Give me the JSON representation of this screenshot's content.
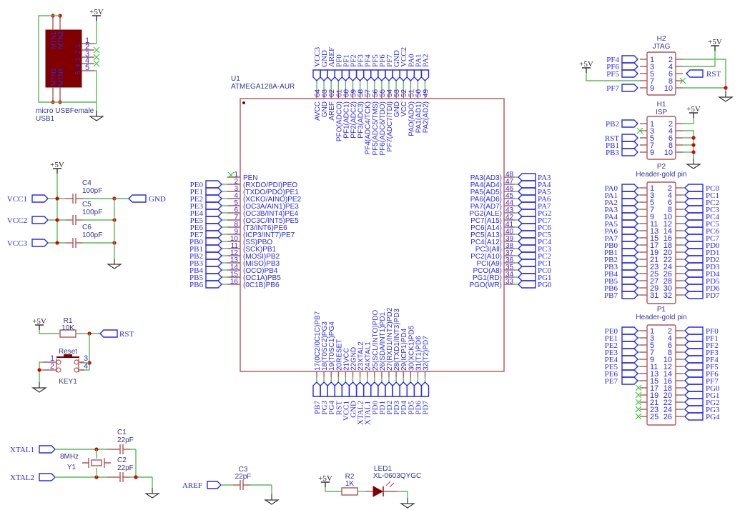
{
  "colors": {
    "wire": "#5cb85c",
    "pin": "#b05555",
    "net": "#2a2aee",
    "label": "#333399",
    "body": "#800000",
    "junction": "#dd0000",
    "noconnect": "#33cc33"
  },
  "power_label": "+5V",
  "u1": {
    "ref": "U1",
    "part": "ATMEGA128A-AUR",
    "left_pins": [
      {
        "num": "1",
        "name": "PEN",
        "net": ""
      },
      {
        "num": "2",
        "name": "(RXDO/PDI)PEO",
        "net": "PE0"
      },
      {
        "num": "3",
        "name": "(TXDO/PDO)PE1",
        "net": "PE1"
      },
      {
        "num": "4",
        "name": "(XCKO/AINO)PE2",
        "net": "PE2"
      },
      {
        "num": "5",
        "name": "(OC3A/AIN1)PE3",
        "net": "PE3"
      },
      {
        "num": "6",
        "name": "(OC3B/INT4)PE4",
        "net": "PE4"
      },
      {
        "num": "7",
        "name": "(OC3C/INT5)PE5",
        "net": "PE5"
      },
      {
        "num": "8",
        "name": "(T3/INT6)PE6",
        "net": "PE6"
      },
      {
        "num": "9",
        "name": "(ICP3/INT7)PE7",
        "net": "PE7"
      },
      {
        "num": "10",
        "name": "(SS)PBO",
        "net": "PB0"
      },
      {
        "num": "11",
        "name": "(SCK)PB1",
        "net": "PB1"
      },
      {
        "num": "12",
        "name": "(MOSI)PB2",
        "net": "PB2"
      },
      {
        "num": "13",
        "name": "(MISO)PB3",
        "net": "PB3"
      },
      {
        "num": "14",
        "name": "(OCO)PB4",
        "net": "PB4"
      },
      {
        "num": "15",
        "name": "(OC1A)PB5",
        "net": "PB5"
      },
      {
        "num": "16",
        "name": "(0C1B)PB6",
        "net": "PB6"
      }
    ],
    "right_pins": [
      {
        "num": "48",
        "name": "PA3(AD3)",
        "net": "PA3"
      },
      {
        "num": "47",
        "name": "PA4(AD4)",
        "net": "PA4"
      },
      {
        "num": "46",
        "name": "PA5(AD5)",
        "net": "PA5"
      },
      {
        "num": "45",
        "name": "PA6(AD6)",
        "net": "PA6"
      },
      {
        "num": "44",
        "name": "PA7(AD7)",
        "net": "PA7"
      },
      {
        "num": "43",
        "name": "PG2(ALE)",
        "net": "PG2"
      },
      {
        "num": "42",
        "name": "PC7(A15)",
        "net": "PC7"
      },
      {
        "num": "41",
        "name": "PC6(A14)",
        "net": "PC6"
      },
      {
        "num": "40",
        "name": "PC5(A13)",
        "net": "PC5"
      },
      {
        "num": "39",
        "name": "PC4(A12)",
        "net": "PC4"
      },
      {
        "num": "38",
        "name": "PC3(All)",
        "net": "PC3"
      },
      {
        "num": "37",
        "name": "PC2(A10)",
        "net": "PC2"
      },
      {
        "num": "36",
        "name": "PCI(A9)",
        "net": "PC1"
      },
      {
        "num": "35",
        "name": "PCO(A8)",
        "net": "PC0"
      },
      {
        "num": "34",
        "name": "PG1(RD)",
        "net": "PG1"
      },
      {
        "num": "33",
        "name": "PGO(WR)",
        "net": "PG0"
      }
    ],
    "top_pins": [
      {
        "num": "64",
        "name": "AVCC",
        "net": "VCC3"
      },
      {
        "num": "63",
        "name": "GND",
        "net": "GND"
      },
      {
        "num": "62",
        "name": "AREF",
        "net": "AREF"
      },
      {
        "num": "61",
        "name": "PFO(ADCO)",
        "net": "PF0"
      },
      {
        "num": "60",
        "name": "PF1(ADC1)",
        "net": "PF1"
      },
      {
        "num": "59",
        "name": "PF2(ADC2)",
        "net": "PF2"
      },
      {
        "num": "58",
        "name": "PF3(ADC3)",
        "net": "PF3"
      },
      {
        "num": "57",
        "name": "PF4(ADC4/TCK)",
        "net": "PF4"
      },
      {
        "num": "56",
        "name": "PF5(ADC5/TMS)",
        "net": "PF5"
      },
      {
        "num": "55",
        "name": "PF6(ADC6/TDO)",
        "net": "PF6"
      },
      {
        "num": "54",
        "name": "PF7(ADC7/TDI)",
        "net": "PF7"
      },
      {
        "num": "53",
        "name": "GND",
        "net": "GND"
      },
      {
        "num": "52",
        "name": "VCC",
        "net": "VCC2"
      },
      {
        "num": "51",
        "name": "PAO(ADO)",
        "net": "PA0"
      },
      {
        "num": "50",
        "name": "PA1(AD1)",
        "net": "PA1"
      },
      {
        "num": "49",
        "name": "PA2(AD2)",
        "net": "PA2"
      }
    ],
    "bottom_pins": [
      {
        "num": "17",
        "name": "(0C2/0C1C)PB7",
        "net": "PB7"
      },
      {
        "num": "18",
        "name": "(T0SC2)PG3",
        "net": "PG3"
      },
      {
        "num": "19",
        "name": "(T0SC1)PG4",
        "net": "PG4"
      },
      {
        "num": "20",
        "name": "RESET",
        "net": "RST"
      },
      {
        "num": "21",
        "name": "VCC",
        "net": "VCC1"
      },
      {
        "num": "22",
        "name": "GND",
        "net": "GND"
      },
      {
        "num": "23",
        "name": "XTAL2",
        "net": "XTAL2"
      },
      {
        "num": "24",
        "name": "XTAL1",
        "net": "XTAL1"
      },
      {
        "num": "25",
        "name": "(SCL/INTO)PDO",
        "net": "PD0"
      },
      {
        "num": "26",
        "name": "(SDA/INT1)PD1",
        "net": "PD1"
      },
      {
        "num": "27",
        "name": "(RXD1/INT2)PD2",
        "net": "PD2"
      },
      {
        "num": "28",
        "name": "(TXD1/INT3)PD3",
        "net": "PD3"
      },
      {
        "num": "29",
        "name": "(ICP1)PD4",
        "net": "PD4"
      },
      {
        "num": "30",
        "name": "(XCK1)PD5",
        "net": "PD5"
      },
      {
        "num": "31",
        "name": "(T1)PD6",
        "net": "PD6"
      },
      {
        "num": "32",
        "name": "(T2)PD7",
        "net": "PD7"
      }
    ]
  },
  "usb": {
    "ref": "USB1",
    "part": "micro USBFemale",
    "mounting": [
      "MTN1",
      "MTN2",
      "MTN3",
      "MTN4"
    ],
    "pins": [
      "1",
      "2",
      "3",
      "4",
      "5"
    ]
  },
  "decoupling": {
    "caps": [
      {
        "ref": "C4",
        "value": "100pF",
        "net": "VCC1"
      },
      {
        "ref": "C5",
        "value": "100pF",
        "net": "VCC2"
      },
      {
        "ref": "C6",
        "value": "100pF",
        "net": "VCC3"
      }
    ],
    "gnd_net": "GND"
  },
  "reset": {
    "r_ref": "R1",
    "r_value": "10K",
    "net": "RST",
    "key_ref": "KEY1",
    "key_label": "Reset",
    "key_pins": [
      "1",
      "2",
      "3",
      "4"
    ]
  },
  "crystal": {
    "y_ref": "Y1",
    "y_value": "8MHz",
    "c1_ref": "C1",
    "c1_value": "22pF",
    "c2_ref": "C2",
    "c2_value": "22pF",
    "net1": "XTAL1",
    "net2": "XTAL2"
  },
  "aref": {
    "c_ref": "C3",
    "c_value": "22pF",
    "net": "AREF"
  },
  "led": {
    "r_ref": "R2",
    "r_value": "1K",
    "led_ref": "LED1",
    "led_part": "XL-0603QYGC"
  },
  "jtag": {
    "ref": "H2",
    "title": "JTAG",
    "left": [
      {
        "num": "1",
        "net": "PF4"
      },
      {
        "num": "3",
        "net": "PF6"
      },
      {
        "num": "5",
        "net": "PF5"
      },
      {
        "num": "7",
        "net": "+5V"
      },
      {
        "num": "9",
        "net": "PF7"
      }
    ],
    "right": [
      {
        "num": "2",
        "net": "GND"
      },
      {
        "num": "4",
        "net": "+5V"
      },
      {
        "num": "6",
        "net": "RST"
      },
      {
        "num": "8",
        "net": ""
      },
      {
        "num": "10",
        "net": "GND"
      }
    ]
  },
  "isp": {
    "ref": "H1",
    "title": "ISP",
    "left": [
      {
        "num": "1",
        "net": "PB2"
      },
      {
        "num": "3",
        "net": ""
      },
      {
        "num": "5",
        "net": "RST"
      },
      {
        "num": "7",
        "net": "PB1"
      },
      {
        "num": "9",
        "net": "PB3"
      }
    ],
    "right": [
      {
        "num": "2",
        "net": "+5V"
      },
      {
        "num": "4",
        "net": "GND"
      },
      {
        "num": "6",
        "net": "GND"
      },
      {
        "num": "8",
        "net": "GND"
      },
      {
        "num": "10",
        "net": "GND"
      }
    ]
  },
  "p2": {
    "ref": "P2",
    "title": "Header-gold pin",
    "left": [
      "PA0",
      "PA1",
      "PA2",
      "PA3",
      "PA4",
      "PA5",
      "PA6",
      "PA7",
      "PB0",
      "PB1",
      "PB2",
      "PB3",
      "PB4",
      "PB5",
      "PB6",
      "PB7"
    ],
    "right": [
      "PC0",
      "PC1",
      "PC2",
      "PC3",
      "PC4",
      "PC5",
      "PC6",
      "PC7",
      "PD0",
      "PD1",
      "PD2",
      "PD3",
      "PD4",
      "PD5",
      "PD6",
      "PD7"
    ]
  },
  "p1": {
    "ref": "P1",
    "title": "Header-gold pin",
    "left": [
      "PE0",
      "PE1",
      "PE2",
      "PE3",
      "PE4",
      "PE5",
      "PE6",
      "PE7",
      "",
      "",
      "",
      "",
      ""
    ],
    "right": [
      "PF0",
      "PF1",
      "PF2",
      "PF3",
      "PF4",
      "PF5",
      "PF6",
      "PF7",
      "PG0",
      "PG1",
      "PG2",
      "PG3",
      "PG4"
    ]
  }
}
